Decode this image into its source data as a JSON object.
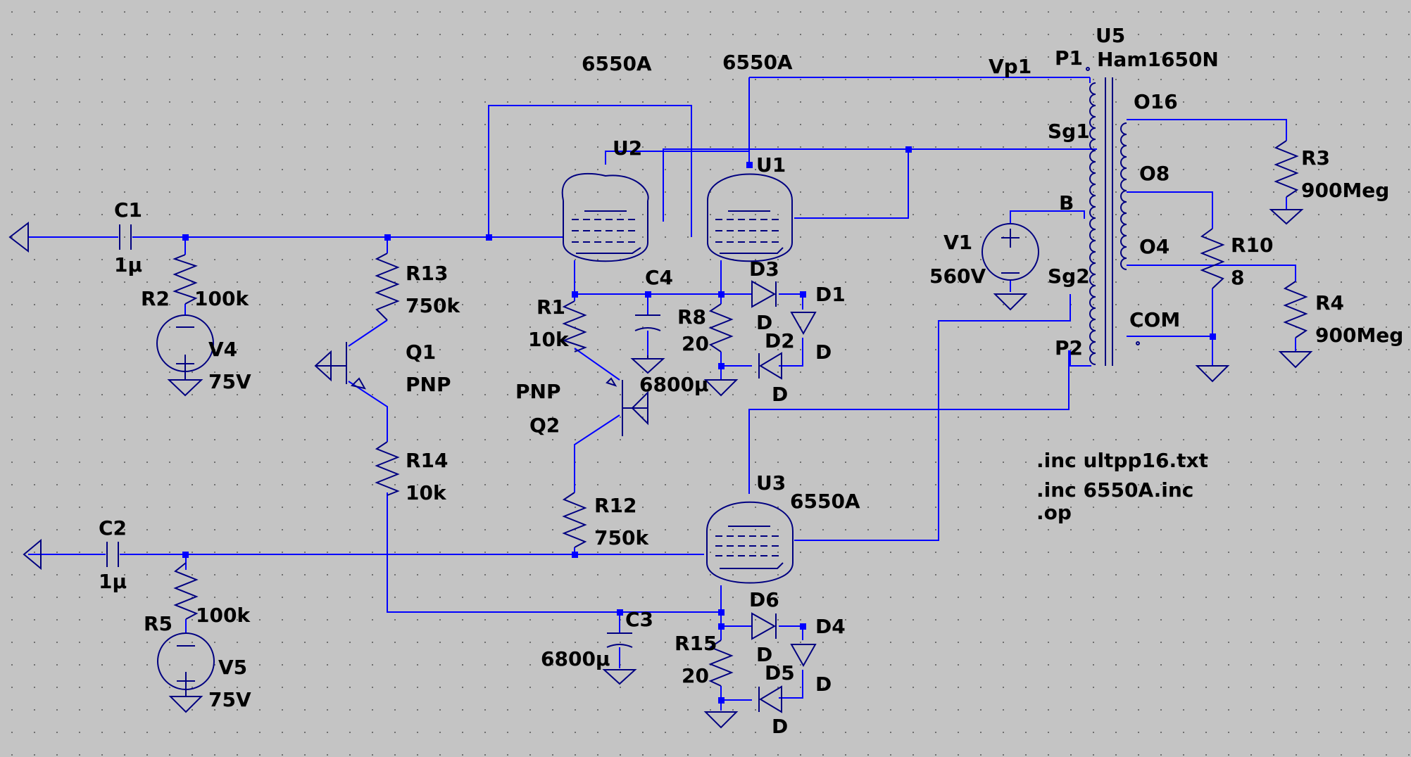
{
  "schematic": {
    "labels": {
      "C1": "C1",
      "C1v": "1µ",
      "R2": "R2",
      "R2v": "100k",
      "V4": "V4",
      "V4v": "75V",
      "R13": "R13",
      "R13v": "750k",
      "Q1": "Q1",
      "Q1t": "PNP",
      "R14": "R14",
      "R14v": "10k",
      "C2": "C2",
      "C2v": "1µ",
      "R5": "R5",
      "R5v": "100k",
      "V5": "V5",
      "V5v": "75V",
      "U2t": "6550A",
      "U1t": "6550A",
      "U2": "U2",
      "U1": "U1",
      "R1": "R1",
      "R1v": "10k",
      "C4": "C4",
      "C4v": "6800µ",
      "R8": "R8",
      "R8v": "20",
      "D3": "D3",
      "D3t": "D",
      "D1": "D1",
      "D2": "D2",
      "D2t": "D",
      "D1t": "D",
      "Q2t": "PNP",
      "Q2": "Q2",
      "R12": "R12",
      "R12v": "750k",
      "U3": "U3",
      "U3t": "6550A",
      "C3": "C3",
      "C3v": "6800µ",
      "R15": "R15",
      "R15v": "20",
      "D6": "D6",
      "D6t": "D",
      "D4": "D4",
      "D5": "D5",
      "D5t": "D",
      "D4t": "D",
      "Vp1": "Vp1",
      "P1": "P1",
      "U5": "U5",
      "U5t": "Ham1650N",
      "Sg1": "Sg1",
      "B": "B",
      "Sg2": "Sg2",
      "P2": "P2",
      "O16": "O16",
      "O8": "O8",
      "O4": "O4",
      "COM": "COM",
      "V1": "V1",
      "V1v": "560V",
      "R3": "R3",
      "R3v": "900Meg",
      "R10": "R10",
      "R10v": "8",
      "R4": "R4",
      "R4v": "900Meg"
    },
    "directives": {
      "inc1": ".inc ultpp16.txt",
      "inc2": ".inc 6550A.inc",
      "op": ".op"
    },
    "colors": {
      "background": "#c4c4c4",
      "wire": "#0000ff",
      "component": "#000080",
      "text": "#000000"
    }
  }
}
